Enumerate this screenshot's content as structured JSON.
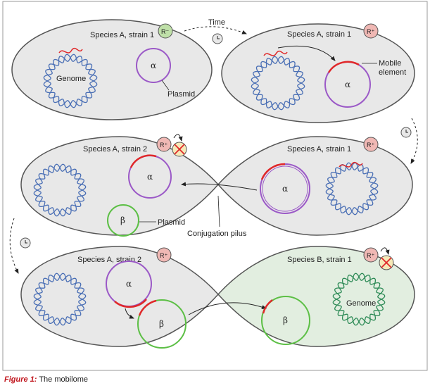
{
  "panel1": {
    "cell_left": {
      "label": "Species A, strain 1",
      "genome_label": "Genome",
      "plasmid_greek": "α",
      "plasmid_label": "Plasmid",
      "resistance_badge": "R⁻"
    },
    "time_label": "Time",
    "cell_right": {
      "label": "Species A, strain 1",
      "plasmid_greek": "α",
      "element_label": "Mobile element",
      "resistance_badge": "R⁺"
    }
  },
  "panel2": {
    "cell_left": {
      "label": "Species A, strain 2",
      "plasmid_alpha_greek": "α",
      "plasmid_beta_greek": "β",
      "plasmid_label": "Plasmid",
      "resistance_badge": "R⁺"
    },
    "cell_right": {
      "label": "Species A, strain 1",
      "plasmid_greek": "α",
      "resistance_badge": "R⁺"
    },
    "pilus_label": "Conjugation pilus"
  },
  "panel3": {
    "cell_left": {
      "label": "Species A, strain 2",
      "plasmid_alpha_greek": "α",
      "plasmid_beta_greek": "β",
      "resistance_badge": "R⁺"
    },
    "cell_right": {
      "label": "Species B, strain 1",
      "plasmid_greek": "β",
      "genome_label": "Genome",
      "resistance_badge": "R⁺"
    }
  },
  "caption": {
    "figure": "Figure 1:",
    "title": "The mobilome"
  },
  "colors": {
    "cell_fill": "#e8e8e8",
    "cell_fill_species_b": "#e2eee0",
    "cell_border": "#555555",
    "dna": "#4a6fb5",
    "dna_species_b": "#2e8b57",
    "plasmid_alpha": "#9b59c7",
    "plasmid_beta": "#5cbf45",
    "mobile_element": "#e0282a",
    "badge_minus": "#bfe0a8",
    "badge_plus": "#f0b8b4"
  },
  "icons": [
    "clock-icon",
    "cross-icon",
    "arrow-icon"
  ]
}
